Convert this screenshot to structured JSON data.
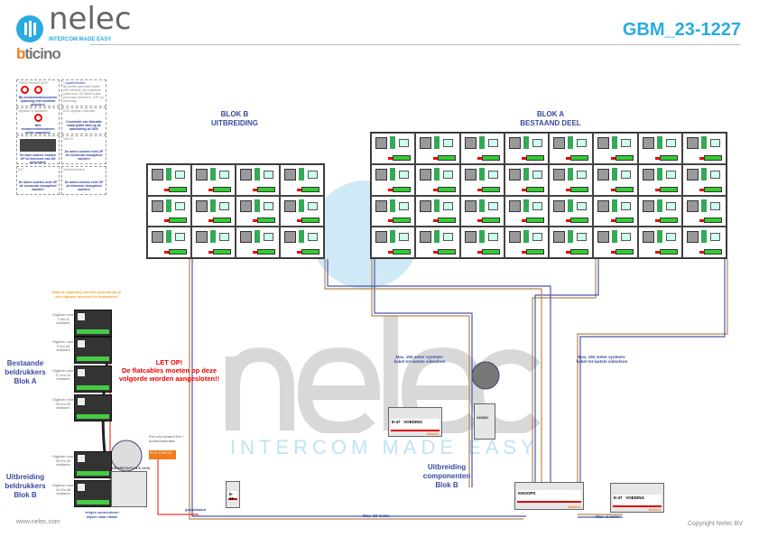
{
  "header": {
    "brand": "nelec",
    "tagline": "INTERCOM MADE EASY",
    "partner_b": "b",
    "partner_rest": "ticino",
    "doc_id": "GBM_23-1227"
  },
  "watermark": {
    "text": "nelec",
    "tagline": "INTERCOM MADE EASY"
  },
  "legend": {
    "bus_title": "TWEEDRAADS BUS",
    "bus_note": "Bij monteren/demonteren spanning eraf voorkant afsluiten!",
    "cable_title": "= systeemkabel",
    "cable_note": "Bij andere gebruikte kabel 60% afstand. Bij ongeteste kabel max. 50 meter buiten punt naar videofoon. UTP op aanvraag.",
    "flat_title": "Digitalen & flatcables",
    "flat_note": "Niet monteren/demonteren onder spanning! Beltoetsen vervangen ook",
    "conn_title": "DDS digitaal / flatcable",
    "conn_note": "Connector van flatcable zodat platte kant op de aansluiting zit DDS",
    "dig_note": "De twee sluiters moeten OP de klemmen van 8/3 aansluiten!",
    "blk1_title": "346 00",
    "blk1_note": "De aders moeten echt OP de connector doorgelust worden!",
    "blk2_title": "E47",
    "blk2_note": "De aders moeten echt OP de connector doorgelust worden!",
    "blk3_title": "Videofoon/deur",
    "blk3_note": "De aders moeten echt OP de klemmen doorgelust worden!"
  },
  "blocks": {
    "b_title1": "BLOK B",
    "b_title2": "UITBREIDING",
    "a_title1": "BLOK A",
    "a_title2": "BESTAAND DEEL"
  },
  "left": {
    "hint": "Haal de spanning van het systeem als je een digitaler monteert of demonteert",
    "group_a": [
      "Bestaande",
      "beldrukkers",
      "Blok A"
    ],
    "group_b": [
      "Uitbreiding",
      "beldrukkers",
      "Blok B"
    ],
    "digitizers": [
      "Digitizer voor 1 t/m 8 drukkers",
      "Digitizer voor 9 t/m 16 drukkers",
      "Digitizer voor 17 t/m 24 drukkers",
      "Digitizer voor 25 t/m 32 drukkers",
      "Digitizer voor 33 t/m 40 drukkers",
      "Digitizer voor 41 t/m 48 drukkers"
    ],
    "connector_note": "eekjes connectoren wijzen naar elkaar"
  },
  "warning": {
    "title": "LET OP!",
    "text": "De flatcables moeten op deze volgorde worden aangesloten!!"
  },
  "components": {
    "contact_note": "Pot.vrij contact fire / lichtschakelaar",
    "contact_pins": "S+ S- C NC NO",
    "din": "DEURSTATION E-110V",
    "supply_label": "E-47",
    "supply_name": "VOEDING",
    "brand": "bticino",
    "e46": "E-46",
    "knoop": "KNOOPS",
    "module_code": "346851",
    "expansion": [
      "Uitbreiding",
      "componenten",
      "Blok B"
    ],
    "max150_left": "Max. 150 meter systeem-kabel tot laatste videofoon",
    "max150_right": "Max. 150 meter systeem-kabel tot laatste videofoon",
    "max50": "Max. 50 meter",
    "max2": "Max. 2 meter",
    "cable_tag": "geplakkaard"
  },
  "footer": {
    "website": "www.nelec.com",
    "copyright": "Copyright Nelec BV"
  }
}
